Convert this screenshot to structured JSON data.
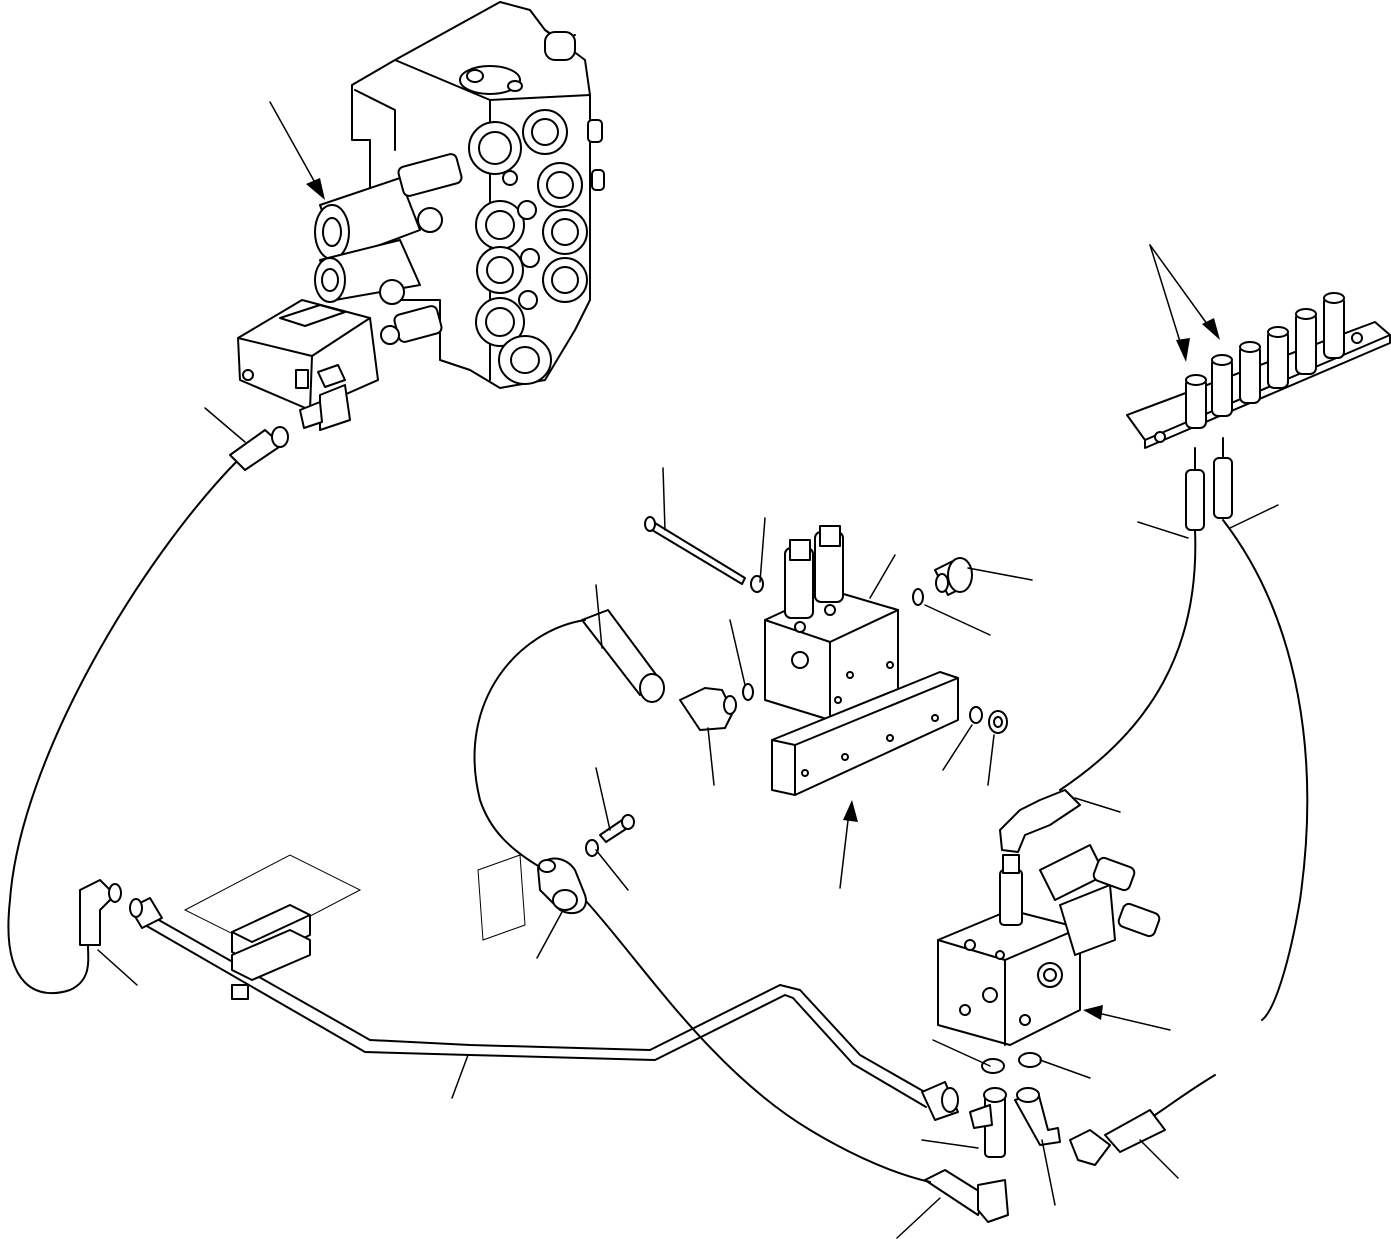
{
  "diagram": {
    "type": "exploded-parts-view",
    "line_color": "#000000",
    "background": "#ffffff",
    "components": [
      "control-valve-bank",
      "electrical-plug-strip",
      "solenoid-valve-block-upper",
      "mounting-bracket",
      "solenoid-valve-block-lower",
      "hydraulic-hose-left",
      "hydraulic-hose-middle",
      "hydraulic-hose-right-upper",
      "hydraulic-hose-right-lower",
      "rigid-pipe",
      "pipe-clamp-block",
      "hose-clamp",
      "bolt",
      "screw",
      "washer",
      "o-ring",
      "elbow-fitting",
      "tee-fitting",
      "cap-nut"
    ]
  }
}
